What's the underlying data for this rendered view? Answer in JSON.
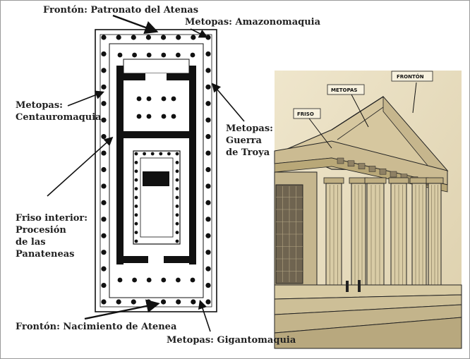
{
  "labels": {
    "fronton_top": "Frontón: Patronato del Atenas",
    "metopas_amazon": "Metopas: Amazonomaquia",
    "metopas_centauro": [
      "Metopas:",
      "Centauromaquia"
    ],
    "metopas_troya": [
      "Metopas:",
      "Guerra",
      "de Troya"
    ],
    "friso_interior": [
      "Friso interior:",
      "Procesión",
      "de las",
      "Panateneas"
    ],
    "fronton_bottom": "Frontón: Nacimiento de Atenea",
    "metopas_giganto": "Metopas: Gigantomaquia"
  },
  "elevation": {
    "fronton": "FRONTÓN",
    "metopas": "METOPAS",
    "friso": "FRISO"
  },
  "colors": {
    "ink": "#111111",
    "paper": "#e9dfc2",
    "text": "#222222"
  }
}
